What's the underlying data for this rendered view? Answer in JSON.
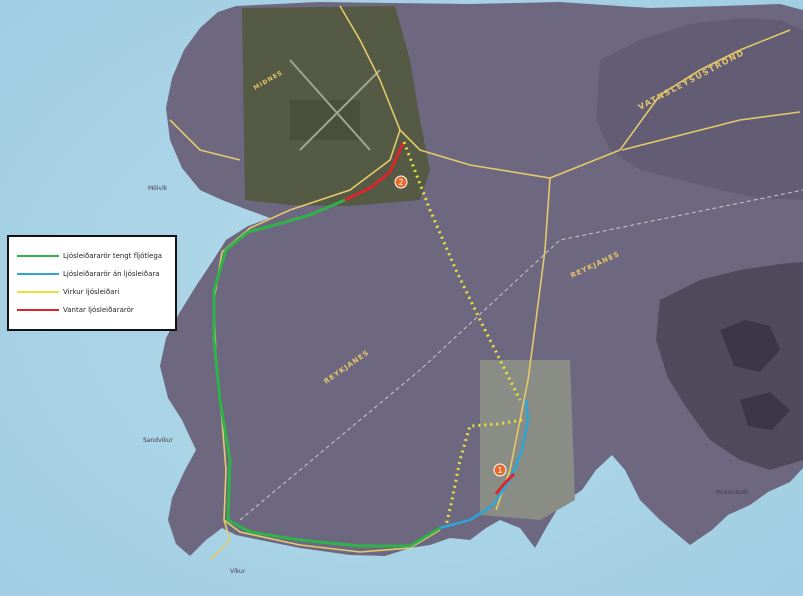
{
  "legend": {
    "items": [
      {
        "label": "Ljósleiðararör tengt fljótlega",
        "color": "#2fb24a"
      },
      {
        "label": "Ljósleiðararör án ljósleiðara",
        "color": "#2aa6d8"
      },
      {
        "label": "Virkur ljósleiðari",
        "color": "#e9e23a"
      },
      {
        "label": "Vantar ljósleiðararör",
        "color": "#d8262a"
      }
    ]
  },
  "markers": [
    "1",
    "2"
  ],
  "region_labels": [
    "VATNSLEYSUSTRÖND",
    "REYKJANES",
    "REYKJANES",
    "MIÐNES"
  ],
  "place_labels": [
    "Sandvíkur",
    "Hraunsvík",
    "Víkur",
    "Mölvík"
  ],
  "colors": {
    "sea": "#a9d3e6",
    "land": "#6d6880",
    "land_dark": "#4f4a5c",
    "road": "#e4c96c"
  }
}
